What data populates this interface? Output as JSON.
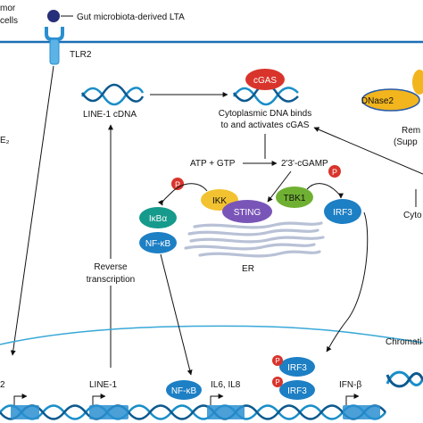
{
  "top": {
    "tumor_line1": "mor",
    "tumor_line2": "cells",
    "lta": "Gut microbiota-derived LTA",
    "tlr2": "TLR2",
    "left_e2": "E₂"
  },
  "cytoplasm": {
    "line1_cdna": "LINE-1 cDNA",
    "cgas": "cGAS",
    "dna_binds_1": "Cytoplasmic DNA binds",
    "dna_binds_2": "to and activates cGAS",
    "atp_gtp": "ATP + GTP",
    "cgamp": "2'3'-cGAMP",
    "dnase2": "DNase2",
    "rem_1": "Rem",
    "rem_2": "(Supp",
    "cyto_partial": "Cyto",
    "reverse_1": "Reverse",
    "reverse_2": "transcription",
    "phospho": "P"
  },
  "er_complex": {
    "ikk": "IKK",
    "sting": "STING",
    "tbk1": "TBK1",
    "irf3": "IRF3",
    "ikba": "IκBα",
    "nfkb": "NF-κB",
    "er": "ER"
  },
  "nucleus": {
    "chromatin": "Chromati",
    "left_2": "2",
    "line1": "LINE-1",
    "nfkb": "NF-κB",
    "il6_il8": "IL6, IL8",
    "irf3_a": "IRF3",
    "irf3_b": "IRF3",
    "ifnb": "IFN-β"
  },
  "colors": {
    "membrane": "#1a6fb5",
    "nuclear_envelope": "#38a8d8",
    "dna_blue": "#1a8ec9",
    "dna_dark": "#0d5a8f",
    "cgas_red": "#d9342b",
    "dnase2_yellow": "#f2b51d",
    "ikk_yellow": "#f2c230",
    "sting_purple": "#7a55b8",
    "tbk1_green": "#6fb032",
    "irf3_blue": "#1d7fc4",
    "ikba_teal": "#159a8c",
    "phospho_red": "#d9342b",
    "er_gray": "#b8c1d6",
    "lta_navy": "#262f7a"
  }
}
